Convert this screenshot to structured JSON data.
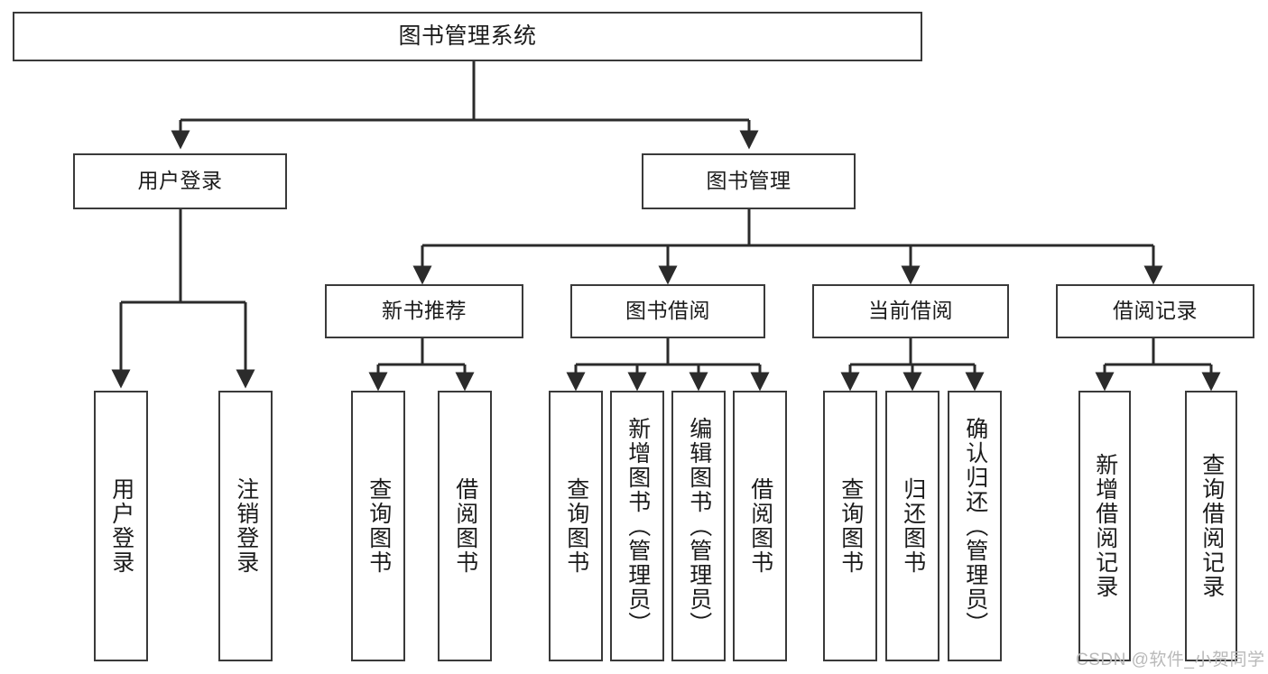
{
  "diagram": {
    "type": "tree-hierarchy",
    "title": "图书管理系统",
    "colors": {
      "background": "#ffffff",
      "box_border": "#3a3a3a",
      "box_fill": "#ffffff",
      "connector": "#2b2b2b",
      "text": "#1b1b1b",
      "watermark": "#b9b9b9"
    },
    "root": {
      "label": "图书管理系统"
    },
    "level1": [
      {
        "label": "用户登录"
      },
      {
        "label": "图书管理"
      }
    ],
    "level2": [
      {
        "label": "新书推荐"
      },
      {
        "label": "图书借阅"
      },
      {
        "label": "当前借阅"
      },
      {
        "label": "借阅记录"
      }
    ],
    "leaves": {
      "user_login": [
        {
          "label": "用户登录"
        },
        {
          "label": "注销登录"
        }
      ],
      "new_book_recommend": [
        {
          "label": "查询图书"
        },
        {
          "label": "借阅图书"
        }
      ],
      "book_borrow": [
        {
          "label": "查询图书"
        },
        {
          "label": "新增图书（管理员）"
        },
        {
          "label": "编辑图书（管理员）"
        },
        {
          "label": "借阅图书"
        }
      ],
      "current_borrow": [
        {
          "label": "查询图书"
        },
        {
          "label": "归还图书"
        },
        {
          "label": "确认归还（管理员）"
        }
      ],
      "borrow_record": [
        {
          "label": "新增借阅记录"
        },
        {
          "label": "查询借阅记录"
        }
      ]
    }
  },
  "watermark": {
    "text": "CSDN @软件_小贺同学"
  }
}
